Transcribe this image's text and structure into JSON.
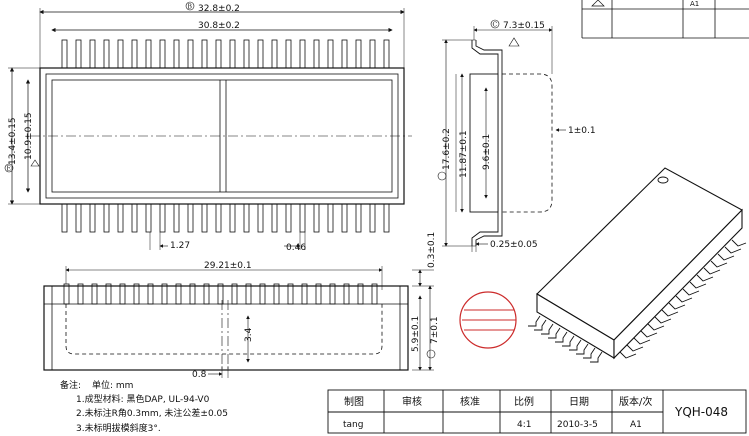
{
  "dims": {
    "total_length": "32.8±0.2",
    "body_length": "30.8±0.2",
    "top_height": "7.3±0.15",
    "width_outer": "13.4±0.15",
    "width_inner": "10.9±0.15",
    "pitch": "1.27",
    "lead_width": "0.46",
    "side_total": "17.6±0.2",
    "side_a": "11.87±0.1",
    "side_b": "9.6±0.1",
    "lead_thk": "1±0.1",
    "lead_foot": "0.25±0.05",
    "pin_span": "29.21±0.1",
    "standoff": "0.3±0.1",
    "body_h1": "5.9±0.1",
    "body_h2": "7±0.1",
    "bot_w": "3.4",
    "bot_x": "0.8"
  },
  "markers": {
    "m_e": "E",
    "m_c": "C",
    "m_b": "B"
  },
  "notes": {
    "title": "备注:",
    "unit": "单位: mm",
    "n1": "1.成型材料: 黑色DAP, UL-94-V0",
    "n2": "2.未标注R角0.3mm, 未注公差±0.05",
    "n3": "3.未标明拔模斜度3°."
  },
  "titleblock": {
    "h_draw": "制图",
    "h_review": "审核",
    "h_approve": "核准",
    "h_scale": "比例",
    "h_date": "日期",
    "h_ver": "版本/次",
    "v_draw": "tang",
    "v_scale": "4:1",
    "v_date": "2010-3-5",
    "v_ver": "A1",
    "part_no": "YQH-048"
  },
  "corner": {
    "r1": "A1"
  }
}
